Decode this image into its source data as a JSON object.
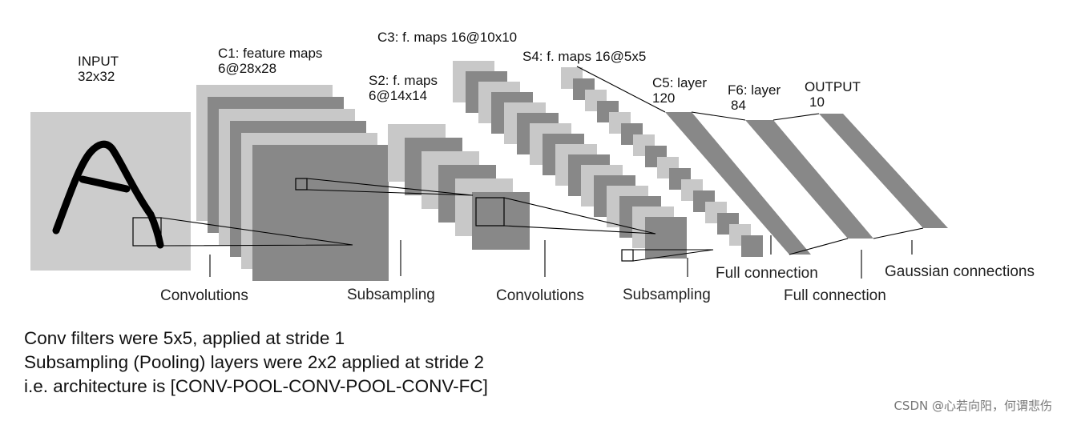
{
  "diagram": {
    "layers": [
      {
        "id": "input",
        "name": "INPUT",
        "size": "32x32"
      },
      {
        "id": "c1",
        "name": "C1: feature maps",
        "size": "6@28x28"
      },
      {
        "id": "s2",
        "name": "S2: f. maps",
        "size": "6@14x14"
      },
      {
        "id": "c3",
        "name": "C3: f. maps 16@10x10",
        "size": ""
      },
      {
        "id": "s4",
        "name": "S4: f. maps 16@5x5",
        "size": ""
      },
      {
        "id": "c5",
        "name": "C5: layer",
        "size": "120"
      },
      {
        "id": "f6",
        "name": "F6: layer",
        "size": "84"
      },
      {
        "id": "output",
        "name": "OUTPUT",
        "size": "10"
      }
    ],
    "operations": [
      {
        "id": "conv1",
        "label": "Convolutions"
      },
      {
        "id": "sub1",
        "label": "Subsampling"
      },
      {
        "id": "conv2",
        "label": "Convolutions"
      },
      {
        "id": "sub2",
        "label": "Subsampling"
      },
      {
        "id": "full1",
        "label": "Full connection"
      },
      {
        "id": "full2",
        "label": "Full connection"
      },
      {
        "id": "gauss",
        "label": "Gaussian connections"
      }
    ],
    "colors": {
      "light": "#c8c8c8",
      "dark": "#888888",
      "input_bg": "#cccccc",
      "stroke": "#000000"
    }
  },
  "notes": [
    "Conv filters were 5x5, applied at stride 1",
    "Subsampling (Pooling) layers were 2x2 applied at stride 2",
    "i.e. architecture is [CONV-POOL-CONV-POOL-CONV-FC]"
  ],
  "watermark": "CSDN @心若向阳，何谓悲伤"
}
